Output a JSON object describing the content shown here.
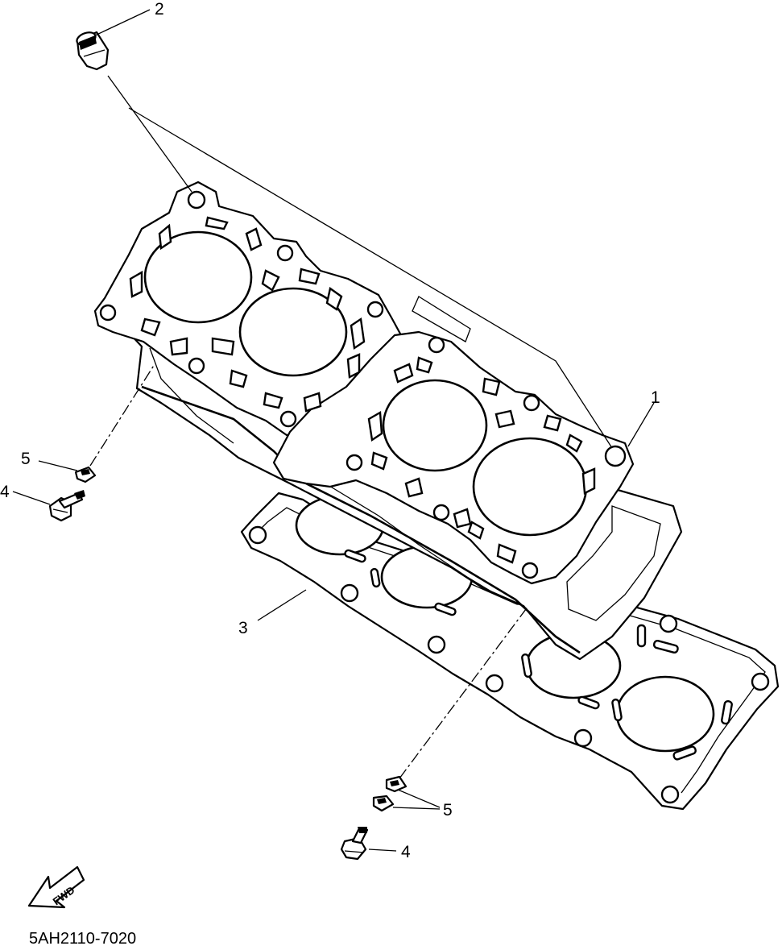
{
  "diagram": {
    "callouts": [
      {
        "id": "c1",
        "number": "1"
      },
      {
        "id": "c2",
        "number": "2"
      },
      {
        "id": "c3",
        "number": "3"
      },
      {
        "id": "c4a",
        "number": "4"
      },
      {
        "id": "c4b",
        "number": "4"
      },
      {
        "id": "c5a",
        "number": "5"
      },
      {
        "id": "c5b",
        "number": "5"
      }
    ],
    "fwd_arrow_text": "FWD",
    "diagram_code": "5AH2110-7020"
  }
}
